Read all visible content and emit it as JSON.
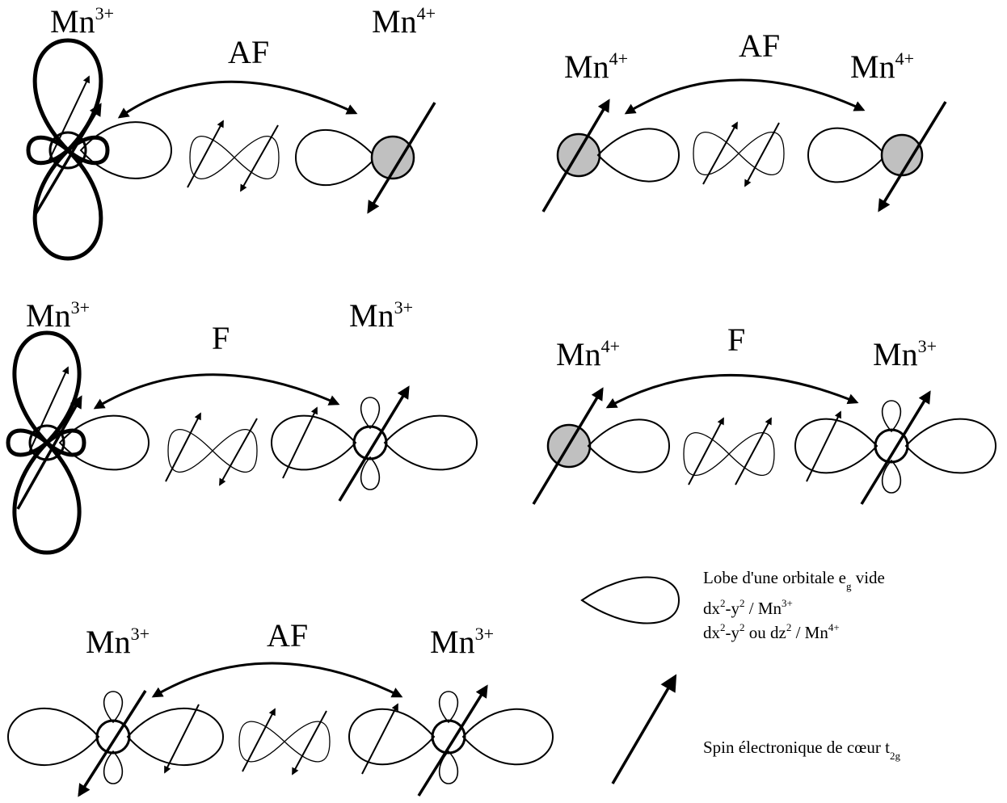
{
  "ions": {
    "mn3": {
      "symbol": "Mn",
      "charge": "3+"
    },
    "mn4": {
      "symbol": "Mn",
      "charge": "4+"
    }
  },
  "couplings": {
    "row1_left": "AF",
    "row1_right": "AF",
    "row2_left": "F",
    "row2_right": "F",
    "row3": "AF"
  },
  "legend": {
    "lobe_line1_main": "Lobe d'une orbitale e",
    "lobe_line1_sub": "g",
    "lobe_line1_end": " vide",
    "lobe_line2_a": "dx",
    "lobe_line2_sup1": "2",
    "lobe_line2_b": "-y",
    "lobe_line2_sup2": "2",
    "lobe_line2_c": " / Mn",
    "lobe_line2_sup3": "3+",
    "lobe_line3_a": "dx",
    "lobe_line3_sup1": "2",
    "lobe_line3_b": "-y",
    "lobe_line3_sup2": "2",
    "lobe_line3_c": " ou dz",
    "lobe_line3_sup3": "2",
    "lobe_line3_d": " / Mn",
    "lobe_line3_sup4": "4+",
    "spin_main": "Spin électronique de cœur t",
    "spin_sub": "2g"
  }
}
